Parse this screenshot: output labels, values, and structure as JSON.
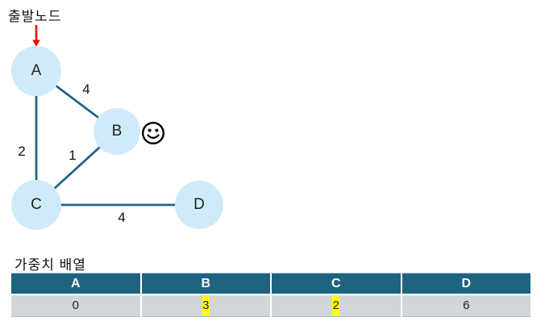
{
  "annotation": {
    "start_node_label": "출발노드"
  },
  "graph": {
    "nodes": [
      {
        "id": "A",
        "label": "A"
      },
      {
        "id": "B",
        "label": "B"
      },
      {
        "id": "C",
        "label": "C"
      },
      {
        "id": "D",
        "label": "D"
      }
    ],
    "edges": [
      {
        "from": "A",
        "to": "B",
        "weight": "4"
      },
      {
        "from": "A",
        "to": "C",
        "weight": "2"
      },
      {
        "from": "B",
        "to": "C",
        "weight": "1"
      },
      {
        "from": "C",
        "to": "D",
        "weight": "4"
      }
    ]
  },
  "icons": {
    "smiley": "smiley-face"
  },
  "weight_table": {
    "title": "가중치 배열",
    "headers": [
      "A",
      "B",
      "C",
      "D"
    ],
    "rows": [
      [
        {
          "value": "0",
          "highlight": false
        },
        {
          "value": "3",
          "highlight": true
        },
        {
          "value": "2",
          "highlight": true
        },
        {
          "value": "6",
          "highlight": false
        }
      ]
    ]
  },
  "colors": {
    "node_fill": "#cfeaf8",
    "edge_stroke": "#20638a",
    "arrow_red": "#fa0000",
    "table_header_bg": "#1d6480",
    "table_header_text": "#ffffff",
    "table_row_bg": "#d2d5da",
    "highlight": "#ffff00"
  }
}
